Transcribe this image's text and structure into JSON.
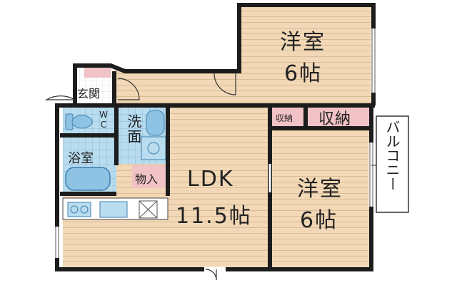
{
  "rooms": {
    "western_top": {
      "name": "洋室",
      "size": "6帖"
    },
    "western_right": {
      "name": "洋室",
      "size": "6帖"
    },
    "ldk": {
      "name": "LDK",
      "size": "11.5帖"
    },
    "entrance": {
      "name": "玄関"
    },
    "toilet": {
      "name": "WC"
    },
    "washroom": {
      "name": "洗面"
    },
    "bathroom": {
      "name": "浴室"
    },
    "storage_small": {
      "name": "収納"
    },
    "storage_large": {
      "name": "収納"
    },
    "storage_ldk": {
      "name": "物入"
    },
    "balcony": {
      "name": "バルコニー"
    }
  },
  "colors": {
    "floor_wood": "#f2d8b6",
    "floor_line": "#d4b48c",
    "wall": "#1c1c1c",
    "storage_pink": "#f1c2c6",
    "tile_blue": "#b9dcef",
    "fixture_blue": "#8fc3e4",
    "balcony_bg": "#ffffff"
  }
}
